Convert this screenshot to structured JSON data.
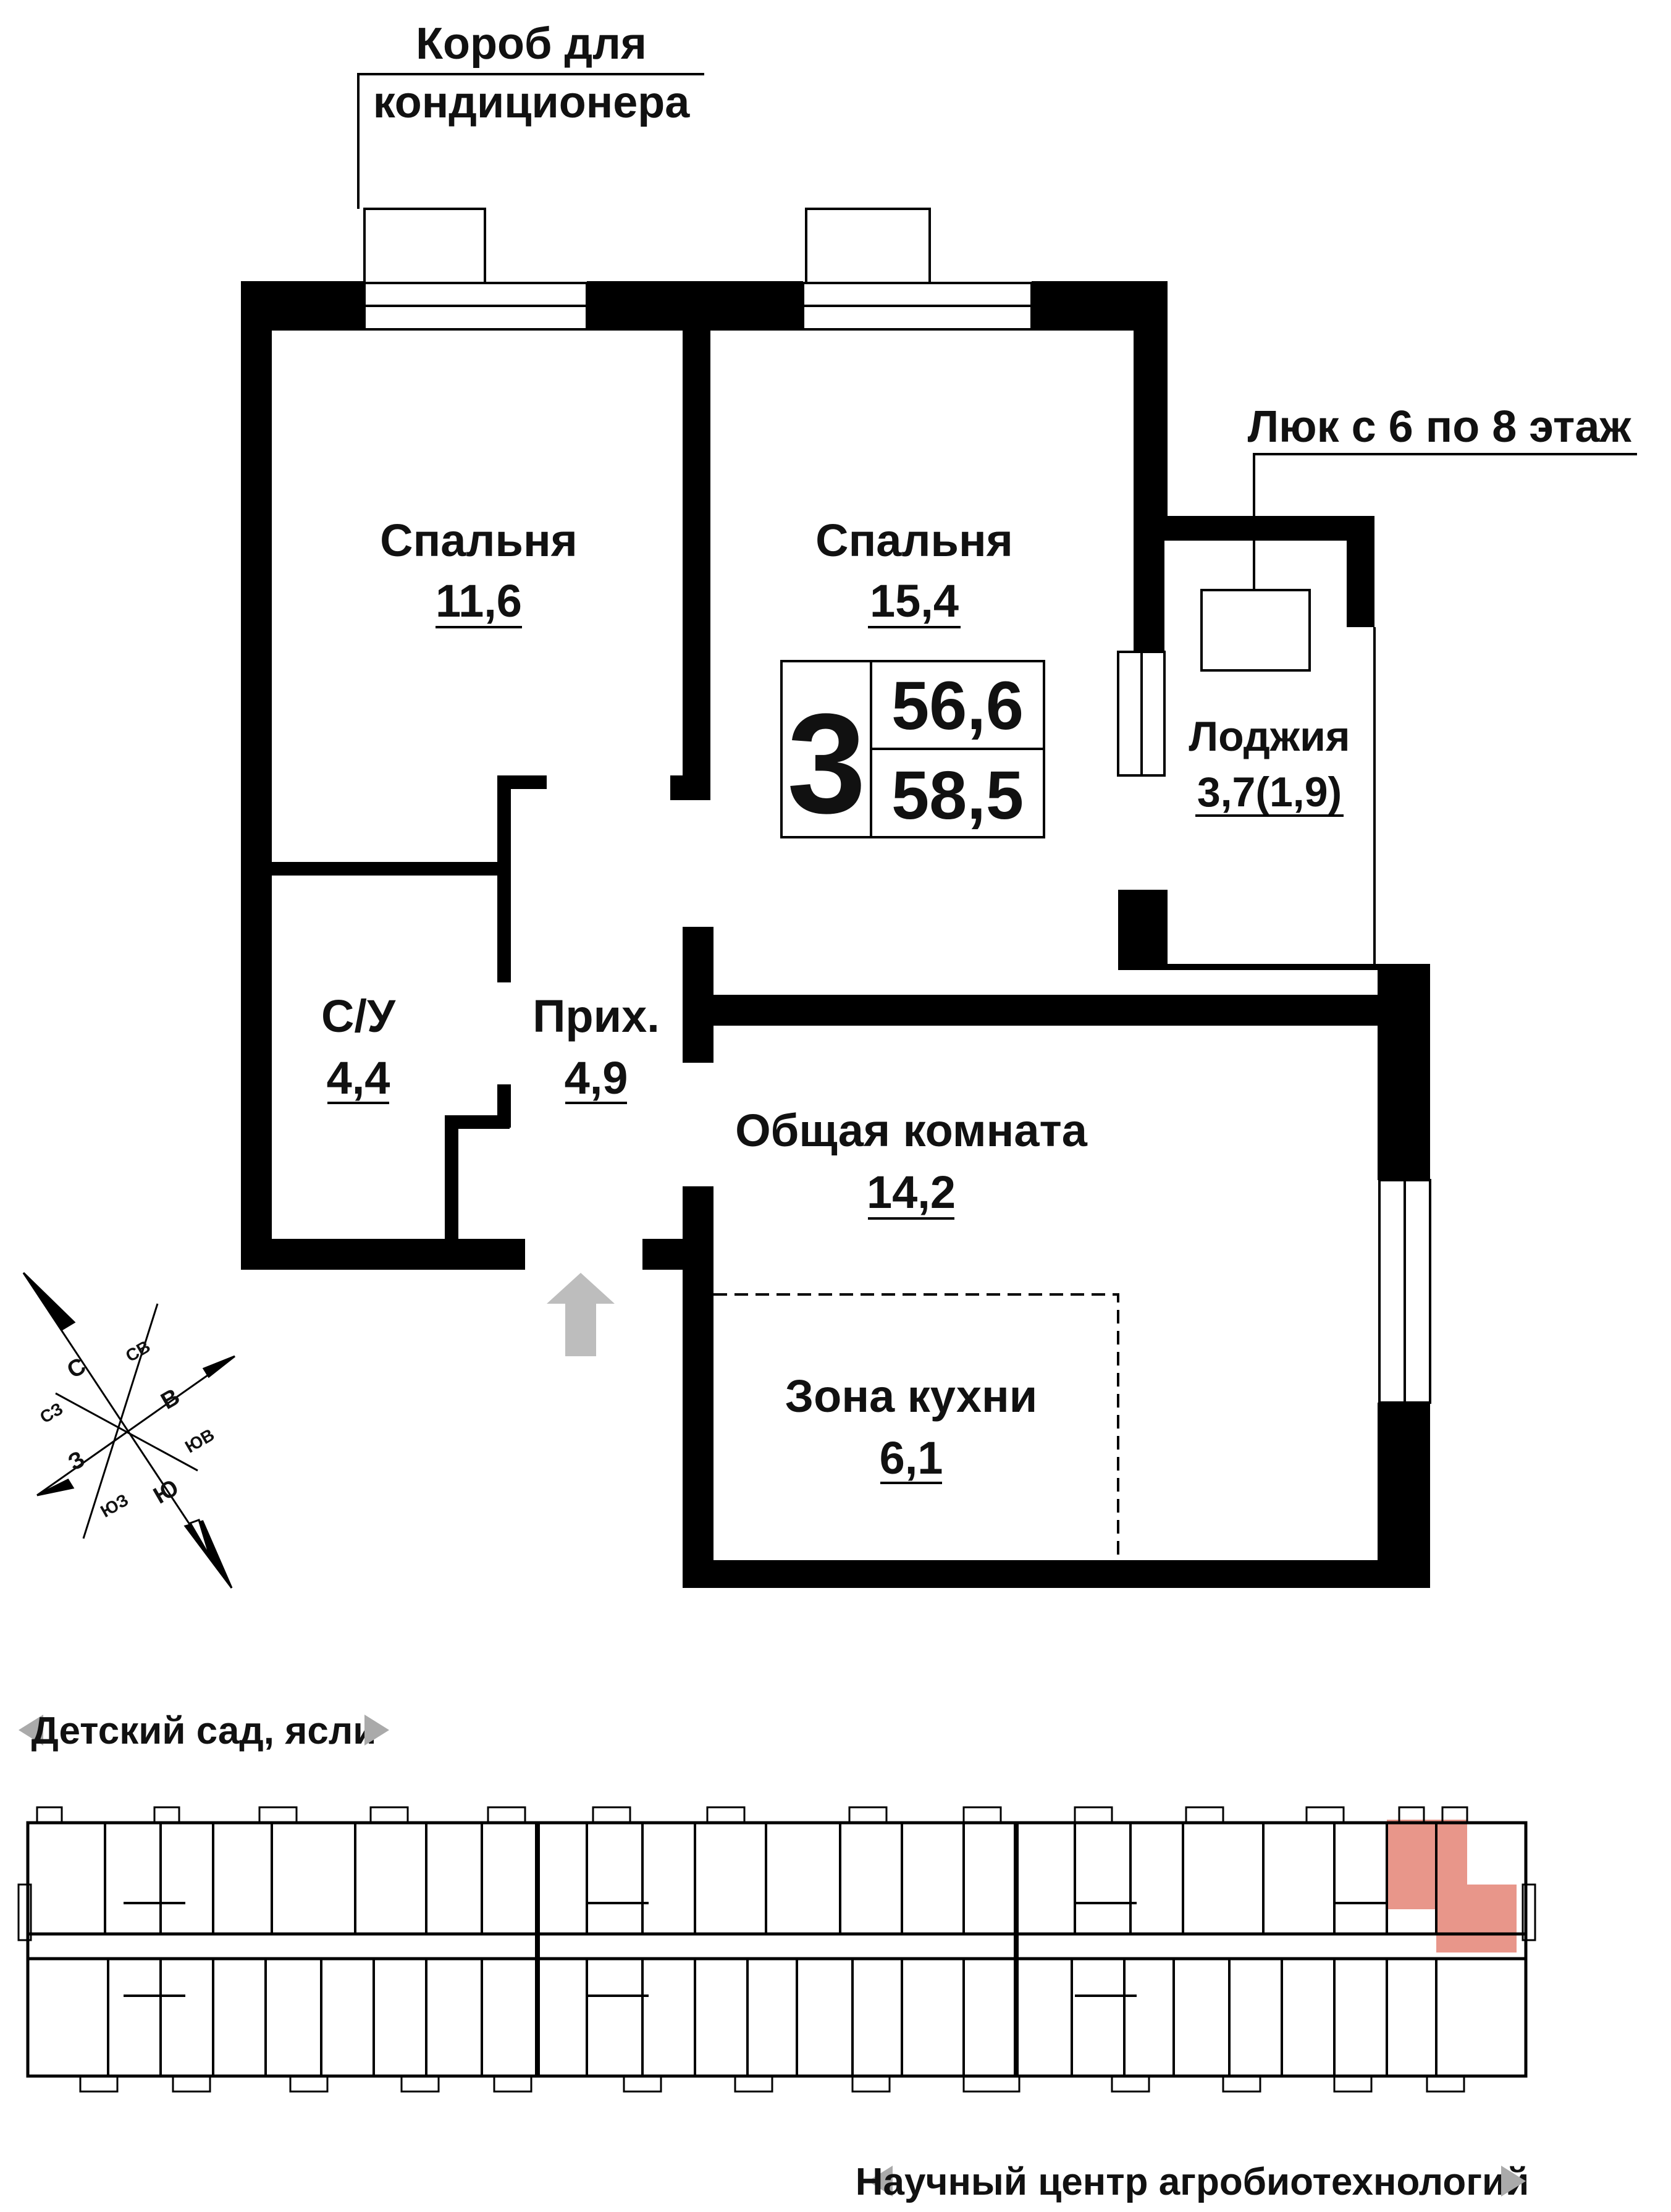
{
  "callouts": {
    "ac_box_line1": "Короб для",
    "ac_box_line2": "кондиционера",
    "hatch": "Люк с 6 по 8 этаж"
  },
  "rooms": {
    "bedroom1": {
      "name": "Спальня",
      "area": "11,6"
    },
    "bedroom2": {
      "name": "Спальня",
      "area": "15,4"
    },
    "loggia": {
      "name": "Лоджия",
      "area": "3,7(1,9)"
    },
    "bathroom": {
      "name": "С/У",
      "area": "4,4"
    },
    "hall": {
      "name": "Прих.",
      "area": "4,9"
    },
    "living": {
      "name": "Общая комната",
      "area": "14,2"
    },
    "kitchen": {
      "name": "Зона кухни",
      "area": "6,1"
    }
  },
  "summary": {
    "rooms_count": "3",
    "living_area": "56,6",
    "total_area": "58,5"
  },
  "compass": {
    "n": "С",
    "ne": "СВ",
    "e": "В",
    "se": "ЮВ",
    "s": "Ю",
    "sw": "ЮЗ",
    "w": "З",
    "nw": "СЗ"
  },
  "landmarks": {
    "top": "Детский сад, ясли",
    "bottom": "Научный центр агробиотехнологий"
  },
  "colors": {
    "wall": "#000000",
    "highlight": "#e8968a",
    "entry_arrow": "#bdbdbd"
  }
}
